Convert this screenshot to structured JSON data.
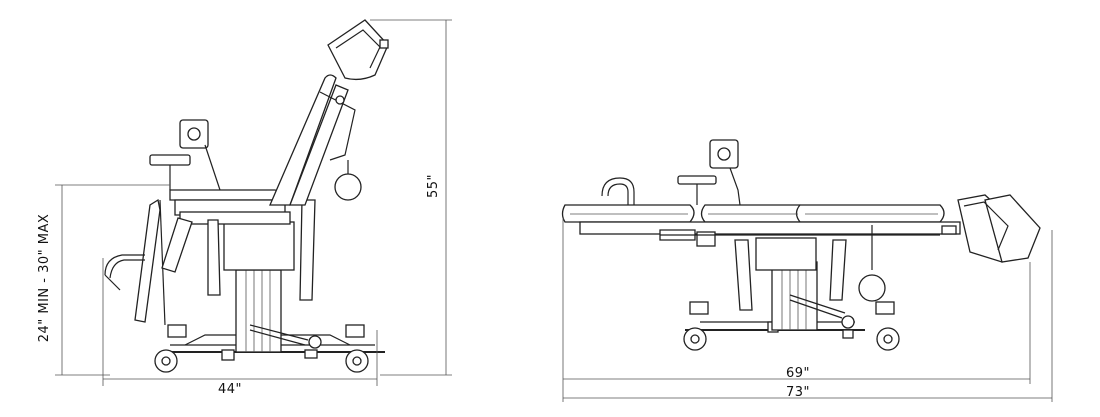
{
  "dimensions": {
    "reclined_width": "44\"",
    "height_range": "24\" MIN - 30\" MAX",
    "overall_height": "55\"",
    "flat_length_inner": "69\"",
    "flat_length_outer": "73\""
  }
}
